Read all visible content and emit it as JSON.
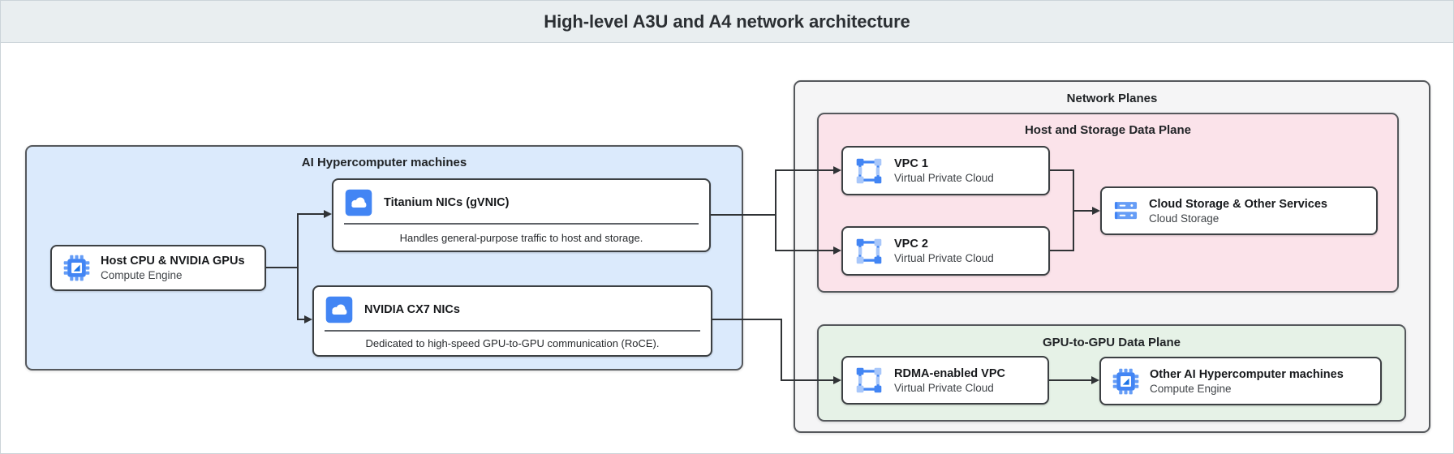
{
  "header": {
    "title": "High-level A3U and A4 network architecture"
  },
  "containers": {
    "ai_machines": {
      "label": "AI Hypercomputer machines"
    },
    "network_planes": {
      "label": "Network Planes"
    },
    "host_storage_plane": {
      "label": "Host and Storage Data Plane"
    },
    "gpu_plane": {
      "label": "GPU-to-GPU Data Plane"
    }
  },
  "nodes": {
    "host_cpu": {
      "title": "Host CPU & NVIDIA GPUs",
      "subtitle": "Compute Engine",
      "icon": "compute-engine-chip-icon"
    },
    "titanium_nic": {
      "title": "Titanium NICs (gVNIC)",
      "description": "Handles general-purpose traffic to host and storage.",
      "icon": "cloud-nic-icon"
    },
    "cx7_nic": {
      "title": "NVIDIA CX7 NICs",
      "description": "Dedicated to high-speed GPU-to-GPU communication (RoCE).",
      "icon": "cloud-nic-icon"
    },
    "vpc1": {
      "title": "VPC 1",
      "subtitle": "Virtual Private Cloud",
      "icon": "vpc-icon"
    },
    "vpc2": {
      "title": "VPC 2",
      "subtitle": "Virtual Private Cloud",
      "icon": "vpc-icon"
    },
    "cloud_storage": {
      "title": "Cloud Storage & Other Services",
      "subtitle": "Cloud Storage",
      "icon": "storage-icon"
    },
    "rdma_vpc": {
      "title": "RDMA-enabled VPC",
      "subtitle": "Virtual Private Cloud",
      "icon": "vpc-icon"
    },
    "other_ai": {
      "title": "Other AI Hypercomputer machines",
      "subtitle": "Compute Engine",
      "icon": "compute-engine-chip-icon"
    }
  },
  "colors": {
    "accent_blue": "#4285f4",
    "light_blue": "#a8c7fa",
    "mid_blue": "#669df6",
    "ai_machines_fill": "#dbeafc",
    "network_planes_fill": "#f5f5f6",
    "host_storage_fill": "#fbe3ea",
    "gpu_plane_fill": "#e6f2e7",
    "header_fill": "#e9eef0",
    "wire": "#303336"
  }
}
